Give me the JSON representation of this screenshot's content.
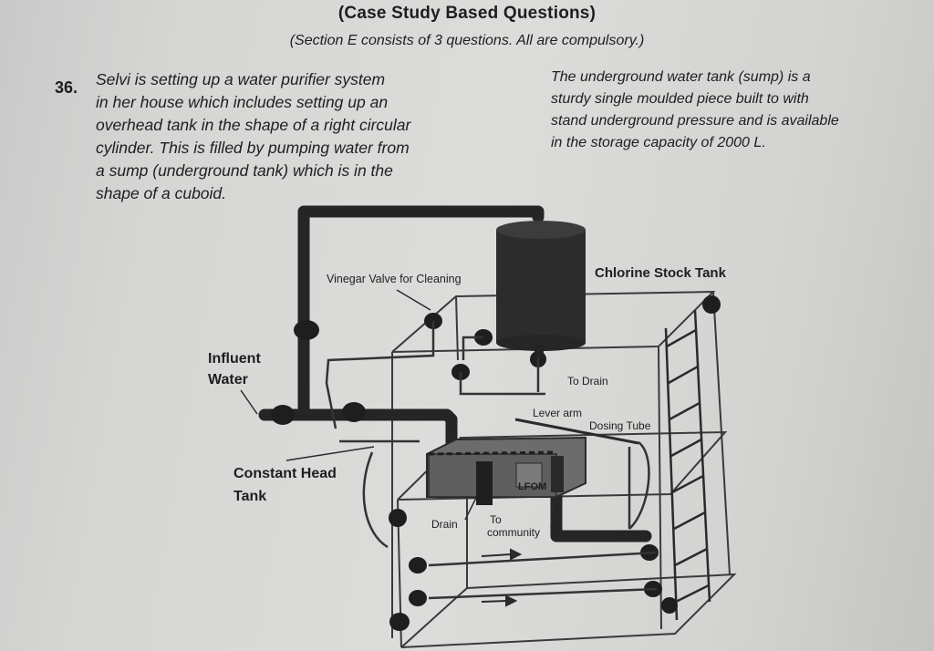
{
  "header": {
    "title": "(Case Study Based Questions)",
    "subtitle": "(Section E consists of 3 questions. All are compulsory.)"
  },
  "question": {
    "number": "36.",
    "lines": [
      "Selvi is setting up a water purifier system",
      "in her house which includes setting up an",
      "overhead tank in the shape of a right circular",
      "cylinder. This is filled by pumping water from",
      "a sump (underground tank) which is in the",
      "shape of a cuboid."
    ],
    "side_lines": [
      "The underground water tank (sump) is a",
      "sturdy single moulded piece built to with",
      "stand underground pressure and is available",
      "in the storage capacity of 2000 L."
    ]
  },
  "diagram": {
    "labels": {
      "vinegar_valve": "Vinegar Valve for Cleaning",
      "chlorine_tank": "Chlorine Stock Tank",
      "influent_1": "Influent",
      "influent_2": "Water",
      "to_drain": "To Drain",
      "lever_arm": "Lever arm",
      "dosing_tube": "Dosing Tube",
      "constant_head_1": "Constant Head",
      "constant_head_2": "Tank",
      "lfom": "LFOM",
      "drain": "Drain",
      "to_1": "To",
      "community": "community"
    },
    "pipe_color": "#252525",
    "line_color": "#3a3a3a"
  }
}
